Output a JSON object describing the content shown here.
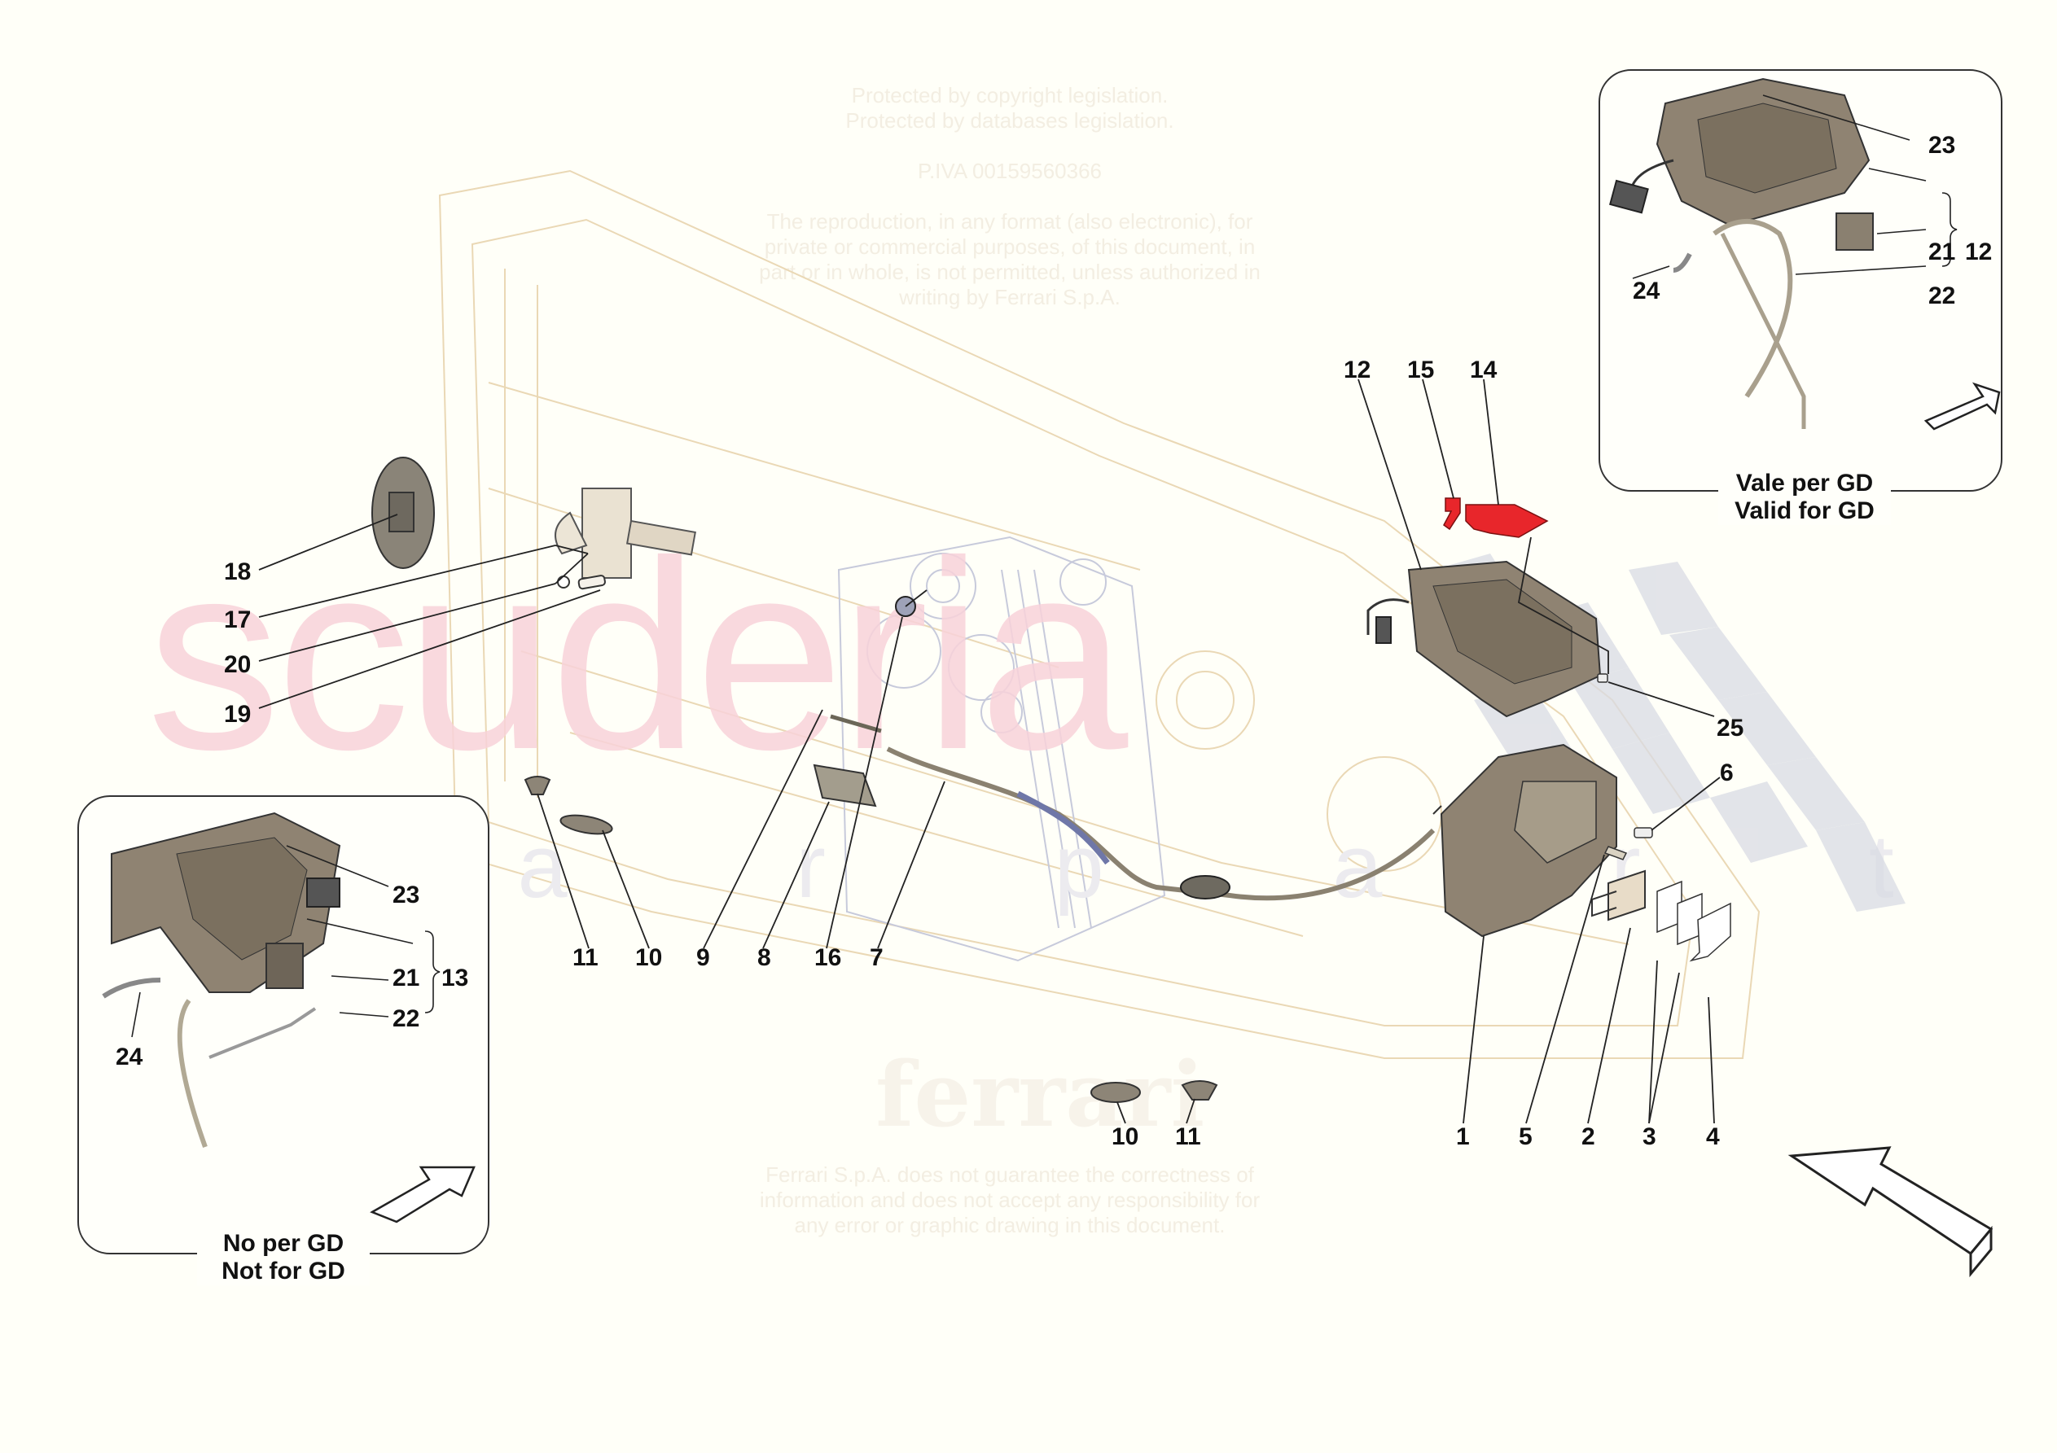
{
  "diagram": {
    "type": "exploded-parts-diagram",
    "subject": "Door lock / handle mechanism"
  },
  "watermarks": {
    "brand_big": "scuderia",
    "brand_sub": "c a r p a r t s",
    "logo": "ferrari",
    "top_notice": [
      "Protected by copyright legislation.",
      "Protected by databases legislation.",
      "",
      "P.IVA 00159560366",
      "",
      "The reproduction, in any format (also electronic), for",
      "private or commercial purposes, of this document, in",
      "part or in whole, is not permitted, unless authorized in",
      "writing by Ferrari S.p.A."
    ],
    "bottom_notice": [
      "Ferrari S.p.A. does not guarantee the correctness of",
      "information and does not accept any responsibility for",
      "any error or graphic drawing in this document."
    ]
  },
  "insets": {
    "top_right": {
      "caption_it": "Vale per GD",
      "caption_en": "Valid for GD",
      "labels": {
        "a": "23",
        "b": "21",
        "c": "22",
        "d": "24",
        "group": "12"
      }
    },
    "bottom_left": {
      "caption_it": "No per GD",
      "caption_en": "Not for GD",
      "labels": {
        "a": "23",
        "b": "21",
        "c": "22",
        "d": "24",
        "group": "13"
      }
    }
  },
  "callouts": {
    "p1": "1",
    "p2": "2",
    "p3": "3",
    "p4": "4",
    "p5": "5",
    "p6": "6",
    "p7": "7",
    "p8": "8",
    "p9": "9",
    "p10a": "10",
    "p10b": "10",
    "p11a": "11",
    "p11b": "11",
    "p12": "12",
    "p14": "14",
    "p15": "15",
    "p16": "16",
    "p17": "17",
    "p18": "18",
    "p19": "19",
    "p20": "20",
    "p25": "25"
  },
  "colors": {
    "part_body": "#8f8372",
    "part_light": "#c9bfae",
    "handle_red": "#e8262b",
    "cable_blue": "#6f77a8",
    "leader": "#222222",
    "door_outline": "#e6cfa6"
  }
}
